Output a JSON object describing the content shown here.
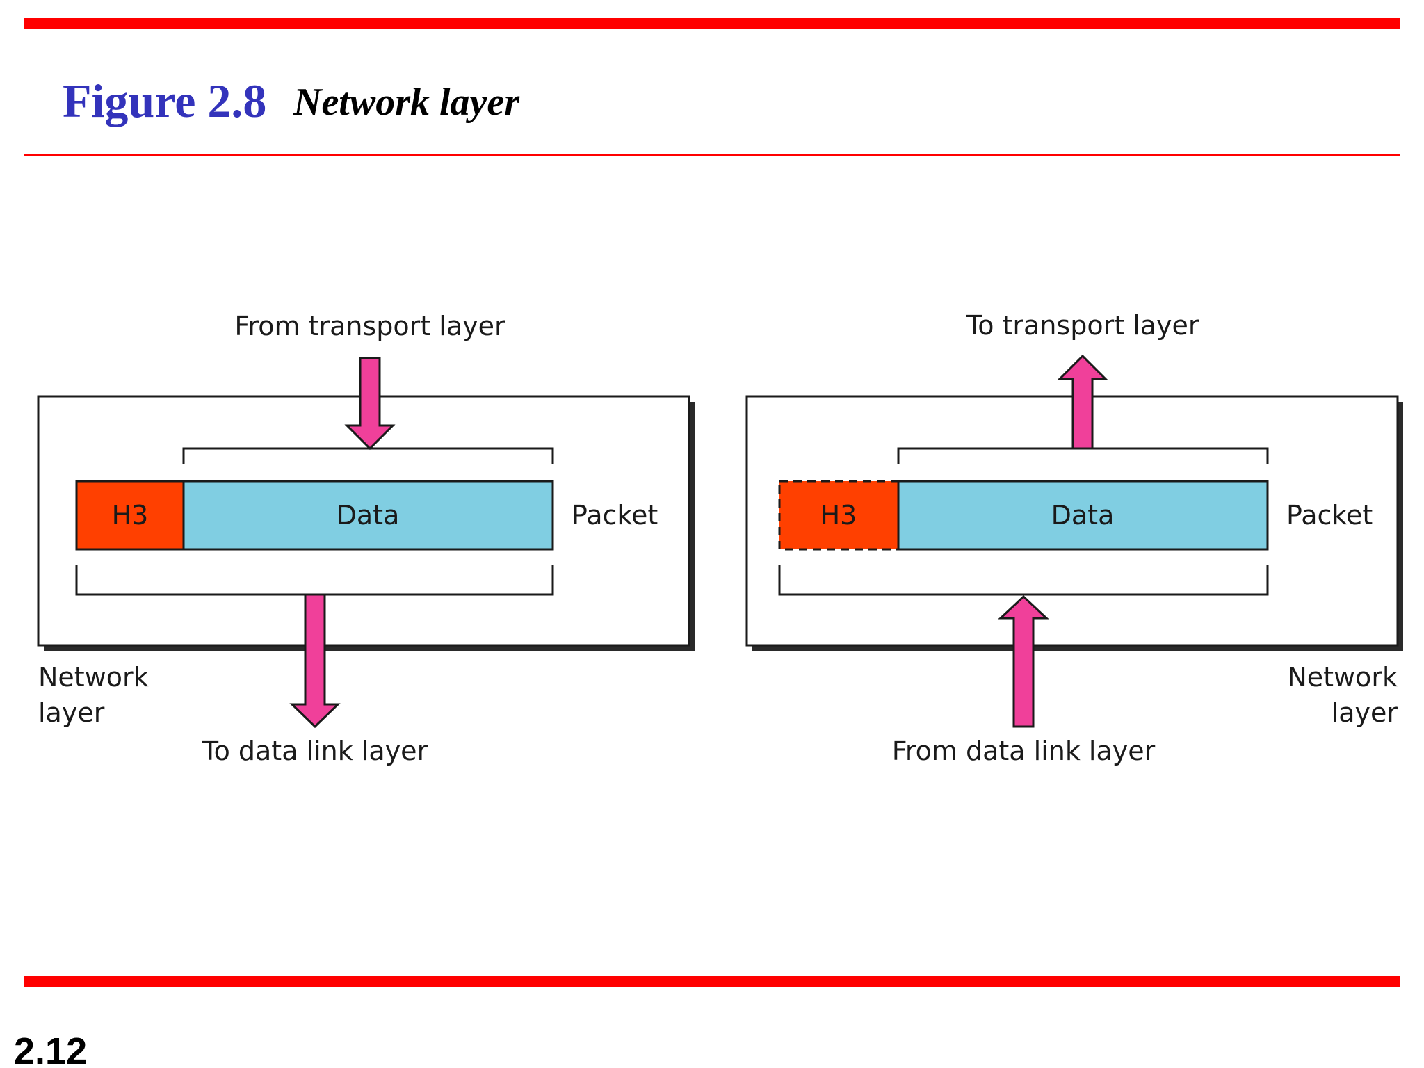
{
  "header": {
    "figure_label": "Figure 2.8",
    "caption": "Network layer"
  },
  "sender": {
    "top_label": "From transport layer",
    "bottom_label": "To data link layer",
    "header_label": "H3",
    "data_label": "Data",
    "packet_label": "Packet",
    "layer_label_line1": "Network",
    "layer_label_line2": "layer"
  },
  "receiver": {
    "top_label": "To transport layer",
    "bottom_label": "From data link layer",
    "header_label": "H3",
    "data_label": "Data",
    "packet_label": "Packet",
    "layer_label_line1": "Network",
    "layer_label_line2": "layer"
  },
  "footer": {
    "slide_number": "2.12"
  },
  "colors": {
    "rule": "#ff0000",
    "figure_label": "#3333bb",
    "header_block": "#ff4000",
    "data_block": "#80cee2",
    "arrow": "#f0409a",
    "box_shadow": "#2a2a2a"
  }
}
